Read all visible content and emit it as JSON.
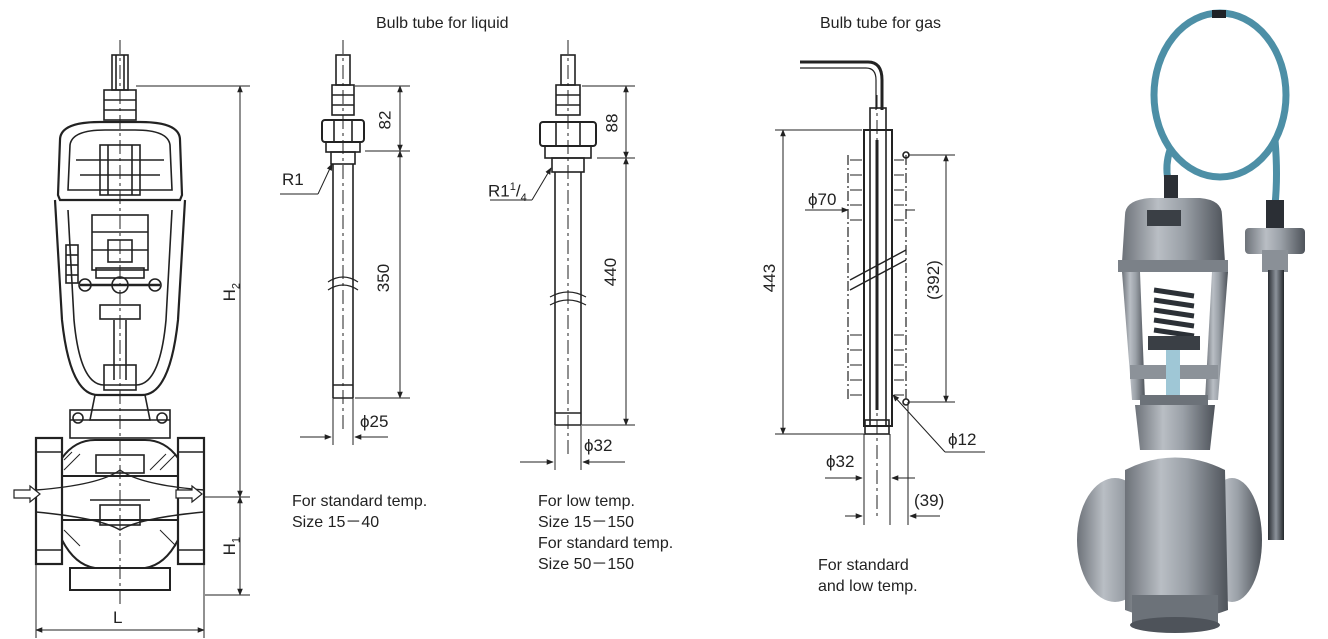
{
  "headings": {
    "liquid": "Bulb tube for liquid",
    "gas": "Bulb tube for gas"
  },
  "valve_dims": {
    "h2_main": "H",
    "h2_sub": "2",
    "h1_main": "H",
    "h1_sub": "1",
    "l": "L"
  },
  "liquid_a": {
    "thread": "R1",
    "top": "82",
    "length": "350",
    "dia": "ϕ25",
    "caption_1": "For standard temp.",
    "caption_2": "Size 15－40"
  },
  "liquid_b": {
    "thread_main": "R1",
    "thread_num": "1",
    "thread_den": "4",
    "top": "88",
    "length": "440",
    "dia": "ϕ32",
    "caption_1": "For low temp.",
    "caption_2": "Size 15－150",
    "caption_3": "For standard temp.",
    "caption_4": "Size 50－150"
  },
  "gas": {
    "overall": "443",
    "inner": "(392)",
    "outer_dia": "ϕ70",
    "tube_dia": "ϕ12",
    "base_dia": "ϕ32",
    "offset": "(39)",
    "caption_1": "For standard",
    "caption_2": "and low temp."
  }
}
